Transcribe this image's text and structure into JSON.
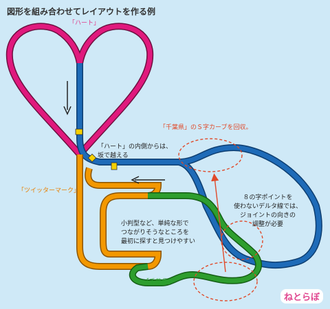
{
  "title": "図形を組み合わせてレイアウトを作る例",
  "labels": {
    "heart": "「ハート」",
    "heart_inner": [
      "「ハート」の内側からは、",
      "坂で越える"
    ],
    "s_curve": "「千葉県」のＳ字カーブを回収。",
    "figure8": [
      "８の字ポイントを",
      "使わないデルタ線では、",
      "ジョイントの向きの",
      "調整が必要"
    ],
    "twitter_mark": "「ツイッターマーク」",
    "small_oval": [
      "小判型など、単純な形で",
      "つながりそうなところを",
      "最初に探すと見つけやすい"
    ],
    "chiba": "「千葉県」"
  },
  "logo": "ねとらぼ",
  "colors": {
    "background": "#cfe9f7",
    "heart_track": "#e0197d",
    "blue_track": "#1e6bb8",
    "orange_track": "#f39800",
    "green_track": "#2e9e2e",
    "annotation_red": "#e04a2a"
  }
}
